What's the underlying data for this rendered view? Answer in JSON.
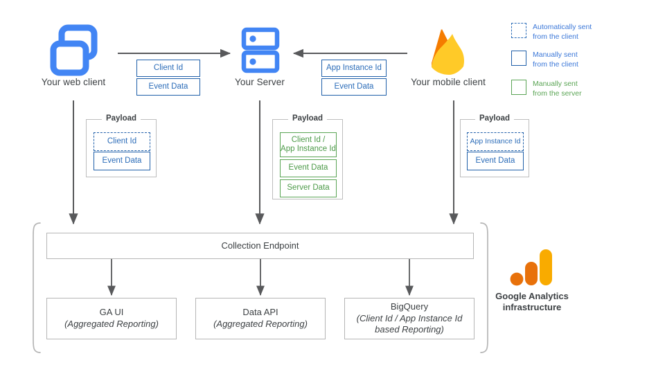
{
  "nodes": {
    "web_client": {
      "label": "Your web client",
      "icon": "browser-windows-icon"
    },
    "server": {
      "label": "Your Server",
      "icon": "server-racks-icon"
    },
    "mobile_client": {
      "label": "Your mobile client",
      "icon": "firebase-flame-icon"
    }
  },
  "transit": {
    "web_to_server": {
      "items": [
        "Client Id",
        "Event Data"
      ]
    },
    "mobile_to_server": {
      "items": [
        "App Instance Id",
        "Event Data"
      ]
    }
  },
  "payloads": {
    "web": {
      "title": "Payload",
      "items": [
        {
          "label": "Client Id",
          "style": "dashed-blue"
        },
        {
          "label": "Event Data",
          "style": "solid-blue"
        }
      ]
    },
    "server": {
      "title": "Payload",
      "items": [
        {
          "label": "Client Id /\nApp Instance Id",
          "style": "solid-green"
        },
        {
          "label": "Event Data",
          "style": "solid-green"
        },
        {
          "label": "Server Data",
          "style": "solid-green"
        }
      ]
    },
    "mobile": {
      "title": "Payload",
      "items": [
        {
          "label": "App Instance Id",
          "style": "dashed-blue"
        },
        {
          "label": "Event Data",
          "style": "solid-blue"
        }
      ]
    }
  },
  "infrastructure": {
    "collection_endpoint": "Collection Endpoint",
    "outputs": [
      {
        "title": "GA UI",
        "subtitle": "(Aggregated Reporting)"
      },
      {
        "title": "Data API",
        "subtitle": "(Aggregated Reporting)"
      },
      {
        "title": "BigQuery",
        "subtitle": "(Client Id / App Instance Id\nbased Reporting)"
      }
    ],
    "brand": {
      "line1": "Google Analytics",
      "line2": "infrastructure",
      "icon": "google-analytics-icon"
    }
  },
  "legend": {
    "items": [
      {
        "swatch": "dashed-blue",
        "line1": "Automatically sent",
        "line2": "from the client",
        "color": "#3c78d8"
      },
      {
        "swatch": "solid-blue",
        "line1": "Manually sent",
        "line2": "from the client",
        "color": "#3c78d8"
      },
      {
        "swatch": "solid-green",
        "line1": "Manually sent",
        "line2": "from the server",
        "color": "#5aa454"
      }
    ]
  },
  "colors": {
    "blue_icon": "#4285F4",
    "blue_box_border": "#1f5fa9",
    "blue_text": "#2b6cb8",
    "legend_blue_text": "#3c78d8",
    "green": "#5aa454",
    "arrow_grey": "#58595b",
    "box_grey": "#b5b5b5",
    "ga_orange_dot": "#E8710A",
    "ga_orange_bar": "#E8710A",
    "ga_yellow_bar": "#F9AB00",
    "firebase_yellow": "#FFCA28",
    "firebase_orange": "#F57C00",
    "firebase_amber": "#FFA000"
  }
}
